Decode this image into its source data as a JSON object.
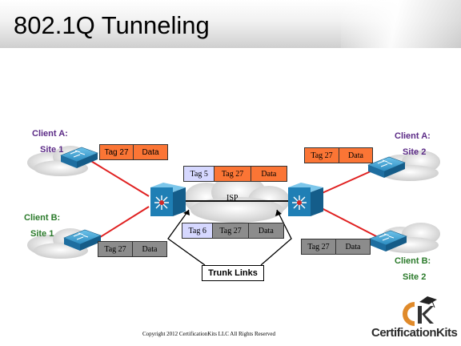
{
  "page": {
    "title": "802.1Q Tunneling",
    "copyright": "Copyright 2012 CertificationKits LLC  All Rights Reserved",
    "logo_text": "CertificationKits",
    "logo_icon": "certificationkits-logo"
  },
  "colors": {
    "customer_a_frame": "#fb7535",
    "customer_b_frame": "#8c8c8c",
    "service_tag": "#d6d8ff",
    "link": "#e02020",
    "switch": "#1f7fb5",
    "client_a_label": "#5b2a86",
    "client_b_label": "#2a7a2a"
  },
  "sites": {
    "a1": {
      "client": "Client A:",
      "site": "Site 1"
    },
    "a2": {
      "client": "Client A:",
      "site": "Site 2"
    },
    "b1": {
      "client": "Client B:",
      "site": "Site 1"
    },
    "b2": {
      "client": "Client B:",
      "site": "Site 2"
    }
  },
  "cloud_label": "ISP",
  "frames": {
    "a1": {
      "tag": "Tag 27",
      "data": "Data"
    },
    "a2": {
      "tag": "Tag 27",
      "data": "Data"
    },
    "b1": {
      "tag": "Tag 27",
      "data": "Data"
    },
    "b2": {
      "tag": "Tag 27",
      "data": "Data"
    },
    "isp_a": {
      "outer": "Tag 5",
      "tag": "Tag 27",
      "data": "Data"
    },
    "isp_b": {
      "outer": "Tag 6",
      "tag": "Tag 27",
      "data": "Data"
    }
  },
  "trunk_label": "Trunk Links"
}
